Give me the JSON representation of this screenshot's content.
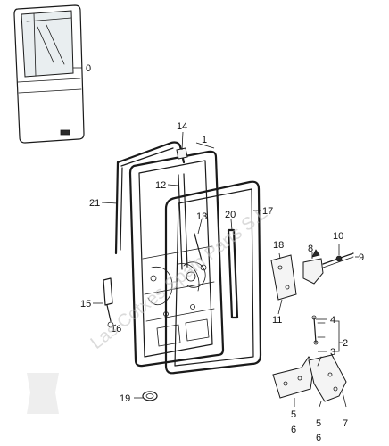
{
  "watermark": {
    "text": "Las Cotxes Spain Parts S.L.",
    "logo": "logo-seal"
  },
  "labels": {
    "l0": "0",
    "l1": "1",
    "l2": "2",
    "l3": "3",
    "l4": "4",
    "l5a": "5",
    "l5b": "5",
    "l6a": "6",
    "l6b": "6",
    "l7": "7",
    "l8": "8",
    "l9": "9",
    "l10": "10",
    "l11": "11",
    "l12": "12",
    "l13": "13",
    "l14": "14",
    "l15": "15",
    "l16": "16",
    "l17": "17",
    "l18": "18",
    "l19": "19",
    "l20": "20",
    "l21": "21"
  }
}
